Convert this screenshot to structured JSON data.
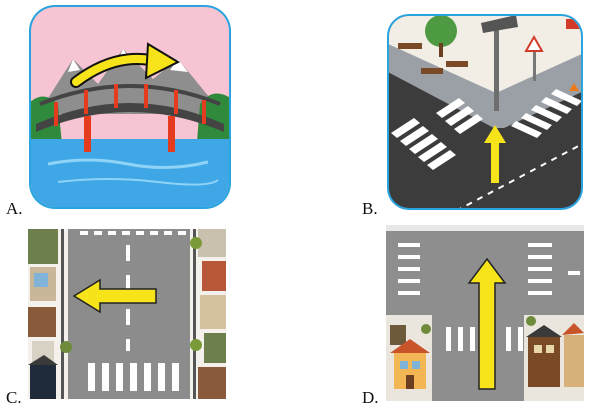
{
  "options": [
    {
      "letter": "A.",
      "scene": "bridge-over-river"
    },
    {
      "letter": "B.",
      "scene": "street-corner-crosswalk"
    },
    {
      "letter": "C.",
      "scene": "road-arrow-left"
    },
    {
      "letter": "D.",
      "scene": "road-arrow-up"
    }
  ],
  "colors": {
    "arrow": "#f6e31a",
    "frame_blue": "#2aa4df",
    "road": "#8c8c8c",
    "sky": "#f6c4d2",
    "water": "#3fa7e6"
  }
}
